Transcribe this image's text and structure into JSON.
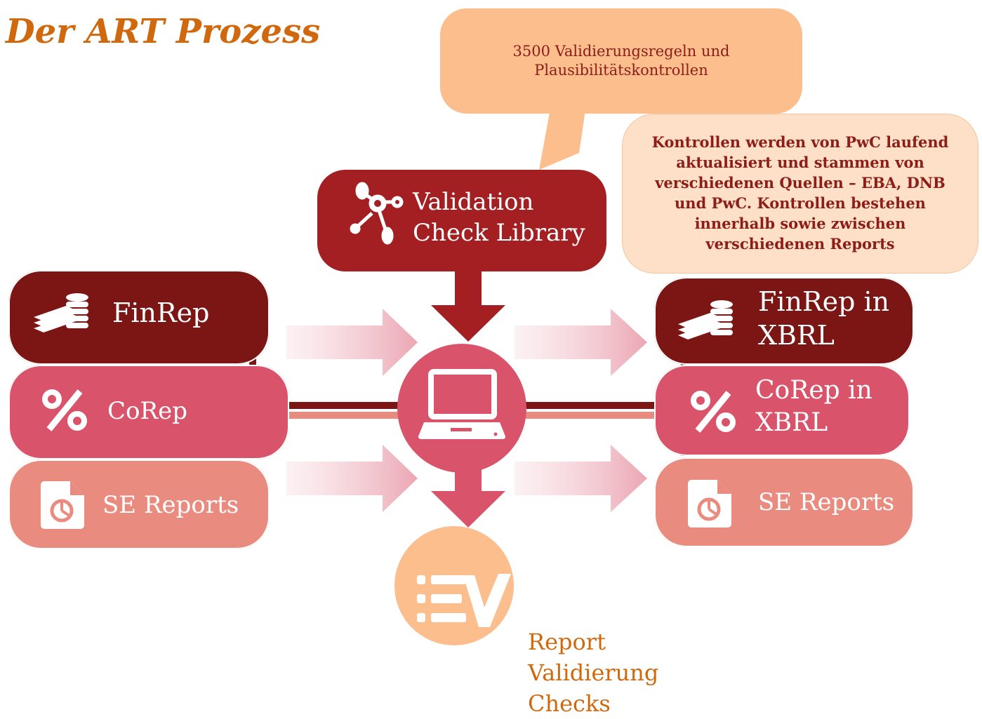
{
  "title": "Der ART Prozess",
  "callout_top": {
    "line1": "3500 Validierungsregeln und",
    "line2": "Plausibilitätskontrollen"
  },
  "note": {
    "line1": "Kontrollen werden von PwC laufend",
    "line2": "aktualisiert und stammen von",
    "line3": "verschiedenen Quellen – EBA, DNB",
    "line4": "und PwC. Kontrollen bestehen",
    "line5": "innerhalb sowie zwischen",
    "line6": "verschiedenen Reports"
  },
  "library": {
    "line1": "Validation",
    "line2": "Check Library",
    "icon": "molecule-icon"
  },
  "inputs": [
    {
      "label": "FinRep",
      "icon": "money-stack-icon",
      "color": "#7b1615"
    },
    {
      "label": "CoRep",
      "icon": "percent-icon",
      "color": "#d9546a"
    },
    {
      "label": "SE Reports",
      "icon": "pie-document-icon",
      "color": "#ea8b80"
    }
  ],
  "outputs": [
    {
      "line1": "FinRep in",
      "line2": "XBRL",
      "icon": "money-stack-icon",
      "color": "#7b1615"
    },
    {
      "line1": "CoRep in",
      "line2": "XBRL",
      "icon": "percent-icon",
      "color": "#d9546a"
    },
    {
      "label": "SE Reports",
      "icon": "pie-document-icon",
      "color": "#ea8b80"
    }
  ],
  "center": {
    "icon": "laptop-icon",
    "color": "#d9546a"
  },
  "result": {
    "line1": "Report",
    "line2": "Validierung",
    "line3": "Checks",
    "icon": "checklist-icon",
    "color": "#fbbe8c"
  }
}
